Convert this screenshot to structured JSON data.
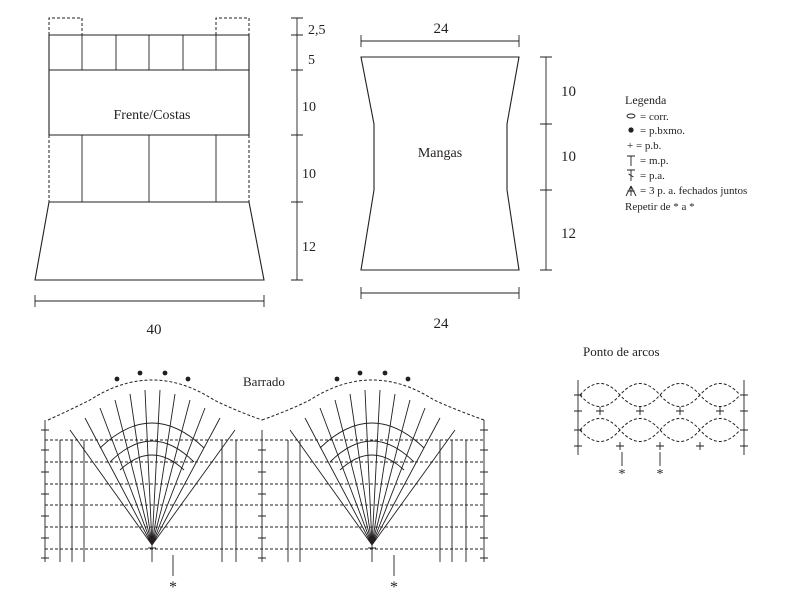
{
  "schematics": {
    "front_back": {
      "label": "Frente/Costas",
      "height_labels": [
        "2,5",
        "5",
        "10",
        "10",
        "12"
      ],
      "width_label": "40"
    },
    "sleeves": {
      "label": "Mangas",
      "height_labels": [
        "10",
        "10",
        "12"
      ],
      "top_width_label": "24",
      "bottom_width_label": "24"
    }
  },
  "legend": {
    "title": "Legenda",
    "items": [
      {
        "symbol": "chain-oval-icon",
        "text": "= corr."
      },
      {
        "symbol": "slip-stitch-dot-icon",
        "text": "= p.bxmo."
      },
      {
        "symbol": "single-crochet-plus-icon",
        "text": "+ = p.b."
      },
      {
        "symbol": "half-double-crochet-icon",
        "text": "= m.p."
      },
      {
        "symbol": "double-crochet-icon",
        "text": "= p.a."
      },
      {
        "symbol": "three-dc-together-icon",
        "text": "= 3 p. a. fechados juntos"
      }
    ],
    "repeat_note": "Repetir de * a *"
  },
  "charts": {
    "border": {
      "title": "Barrado",
      "marks": [
        "*",
        "*"
      ]
    },
    "arches": {
      "title": "Ponto de arcos",
      "marks": [
        "*",
        "*"
      ]
    }
  }
}
